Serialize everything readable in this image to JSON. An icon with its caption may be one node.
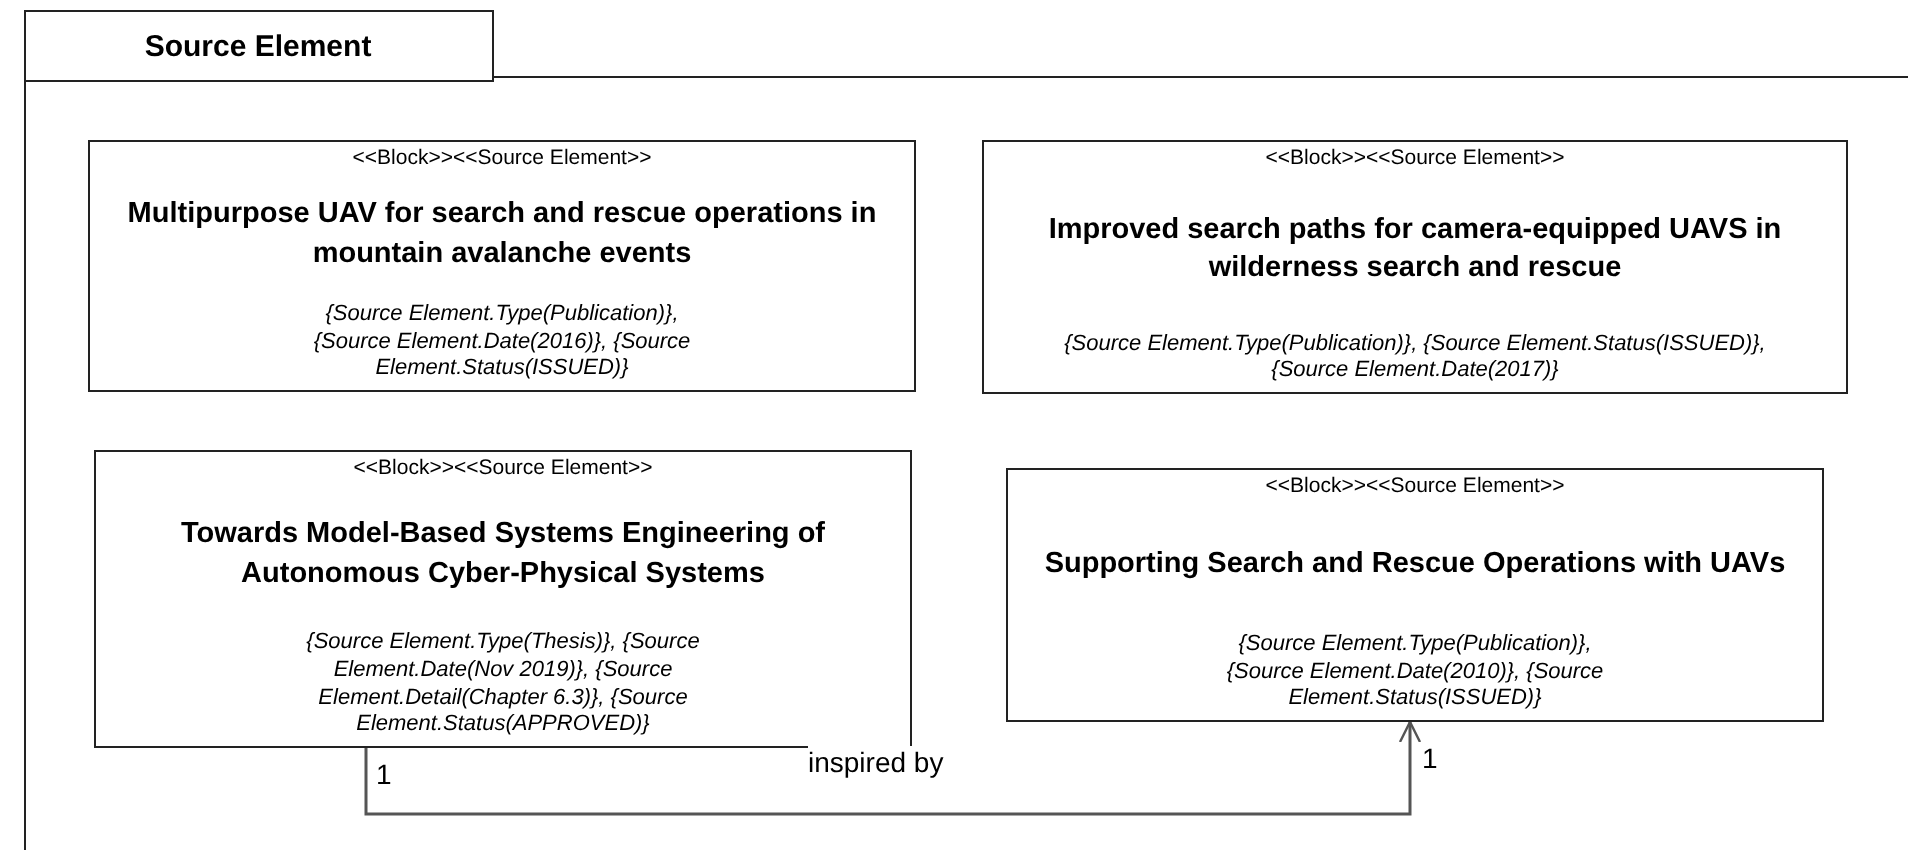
{
  "diagram": {
    "nodes": [
      {
        "text": [
          "Source Element"
        ]
      },
      {
        "text": [
          "<<Block>><<Source Element>>",
          "Multipurpose UAV for search and rescue operations in mountain avalanche events",
          "{Source Element.Type(Publication)}, {Source Element.Date(2016)}, {Source Element.Status(ISSUED)}"
        ],
        "in": 0
      },
      {
        "text": [
          "<<Block>><<Source Element>>",
          "Improved search paths for camera-equipped UAVS in wilderness search and rescue",
          "{Source Element.Type(Publication)}, {Source Element.Status(ISSUED)}, {Source Element.Date(2017)}"
        ],
        "in": 0
      },
      {
        "text": [
          "<<Block>><<Source Element>>",
          "Towards Model-Based Systems Engineering of Autonomous Cyber-Physical Systems",
          "{Source Element.Type(Thesis)}, {Source Element.Date(Nov 2019)}, {Source Element.Detail(Chapter 6.3)}, {Source Element.Status(APPROVED)}"
        ],
        "in": 0
      },
      {
        "text": [
          "<<Block>><<Source Element>>",
          "Supporting Search and Rescue Operations with UAVs",
          "{Source Element.Type(Publication)}, {Source Element.Date(2010)}, {Source Element.Status(ISSUED)}"
        ],
        "in": 0
      }
    ],
    "edges": [
      {
        "from": 3,
        "to": 4,
        "arrow": "to",
        "label": "inspired by"
      }
    ],
    "labels": [
      "1",
      "1"
    ]
  }
}
